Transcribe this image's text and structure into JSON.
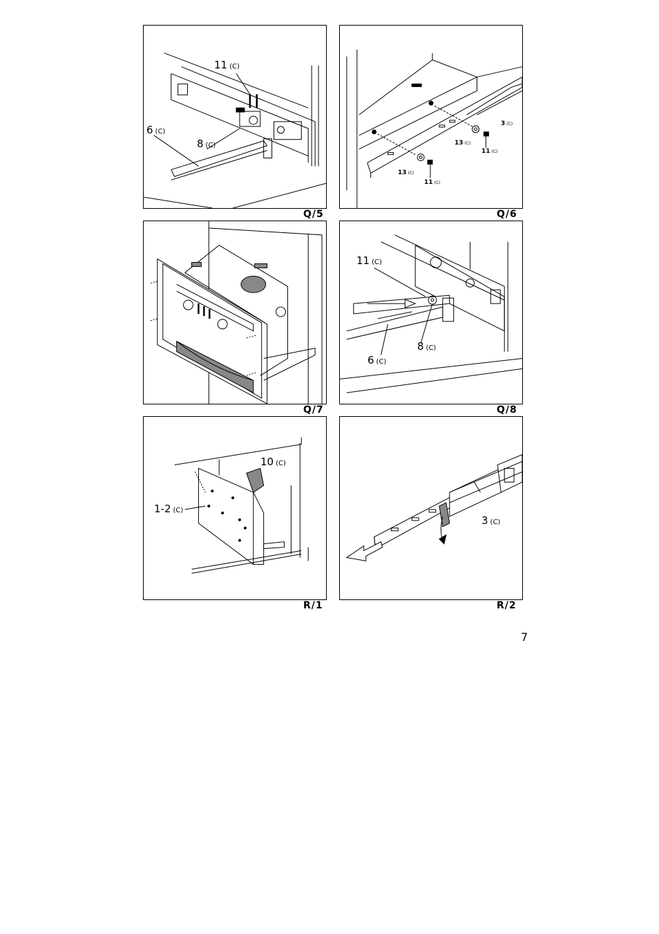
{
  "page_number": "7",
  "figures": [
    {
      "id": "q5",
      "caption": "Q/5",
      "labels": [
        {
          "num": "11",
          "suffix": "(C)"
        },
        {
          "num": "6",
          "suffix": "(C)"
        },
        {
          "num": "8",
          "suffix": "(C)"
        }
      ]
    },
    {
      "id": "q6",
      "caption": "Q/6",
      "labels": [
        {
          "num": "3",
          "suffix": "(C)"
        },
        {
          "num": "13",
          "suffix": "(C)"
        },
        {
          "num": "11",
          "suffix": "(C)"
        },
        {
          "num": "13",
          "suffix": "(C)"
        },
        {
          "num": "11",
          "suffix": "(C)"
        }
      ]
    },
    {
      "id": "q7",
      "caption": "Q/7",
      "labels": []
    },
    {
      "id": "q8",
      "caption": "Q/8",
      "labels": [
        {
          "num": "11",
          "suffix": "(C)"
        },
        {
          "num": "8",
          "suffix": "(C)"
        },
        {
          "num": "6",
          "suffix": "(C)"
        }
      ]
    },
    {
      "id": "r1",
      "caption": "R/1",
      "labels": [
        {
          "num": "10",
          "suffix": "(C)"
        },
        {
          "num": "1-2",
          "suffix": "(C)"
        }
      ]
    },
    {
      "id": "r2",
      "caption": "R/2",
      "labels": [
        {
          "num": "3",
          "suffix": "(C)"
        }
      ]
    }
  ]
}
